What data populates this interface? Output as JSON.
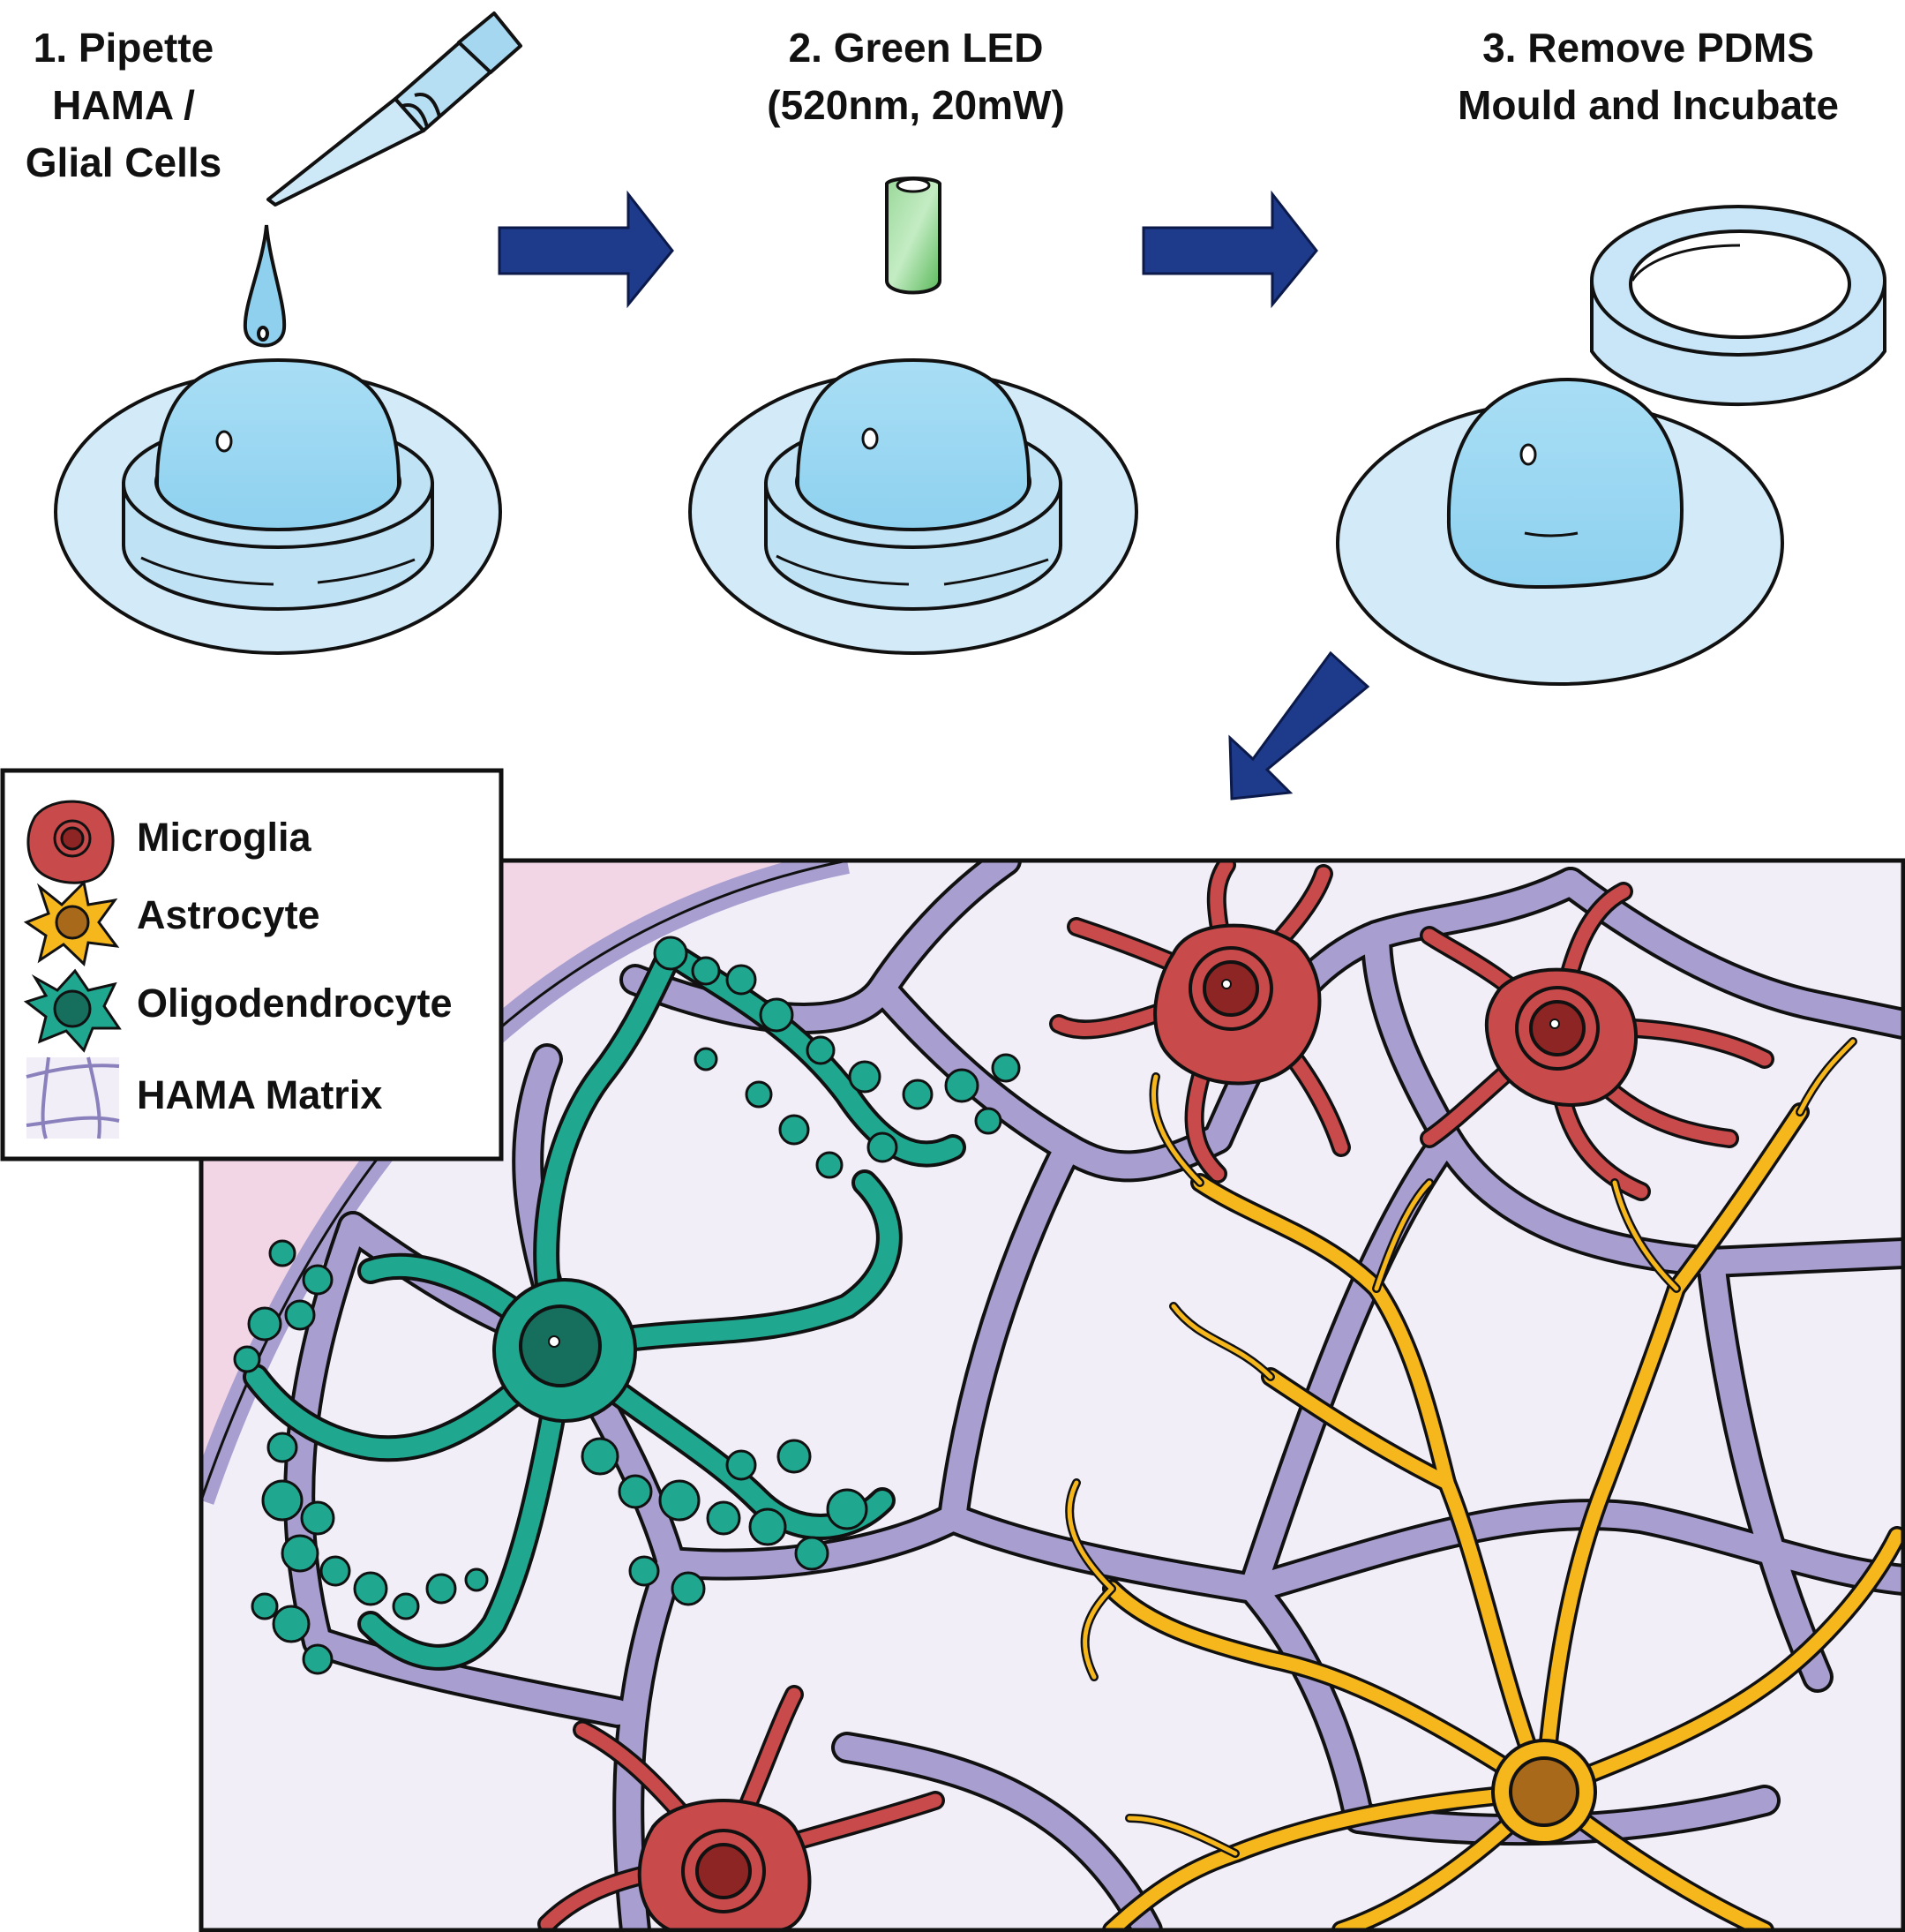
{
  "steps": [
    {
      "title_lines": [
        "1. Pipette",
        "HAMA /",
        "Glial Cells"
      ]
    },
    {
      "title_lines": [
        "2. Green LED",
        "(520nm, 20mW)"
      ]
    },
    {
      "title_lines": [
        "3. Remove PDMS",
        "Mould and Incubate"
      ]
    }
  ],
  "legend": {
    "items": [
      {
        "label": "Microglia",
        "color": "#c84a4a"
      },
      {
        "label": "Astrocyte",
        "color": "#f5b71c"
      },
      {
        "label": "Oligodendrocyte",
        "color": "#1fa88f"
      },
      {
        "label": "HAMA Matrix",
        "color": "#a89fd0"
      }
    ]
  },
  "colors": {
    "arrow": "#1e3a8a",
    "hydrogel": "#9dd8f2",
    "dish": "#d3ebf8",
    "mould": "#bfe2f5",
    "led": "#7ccf7a",
    "matrix": "#a89fd0",
    "matrix_bg": "#f1eef8",
    "outside_bg": "#f2d6e6",
    "outline": "#111111"
  }
}
